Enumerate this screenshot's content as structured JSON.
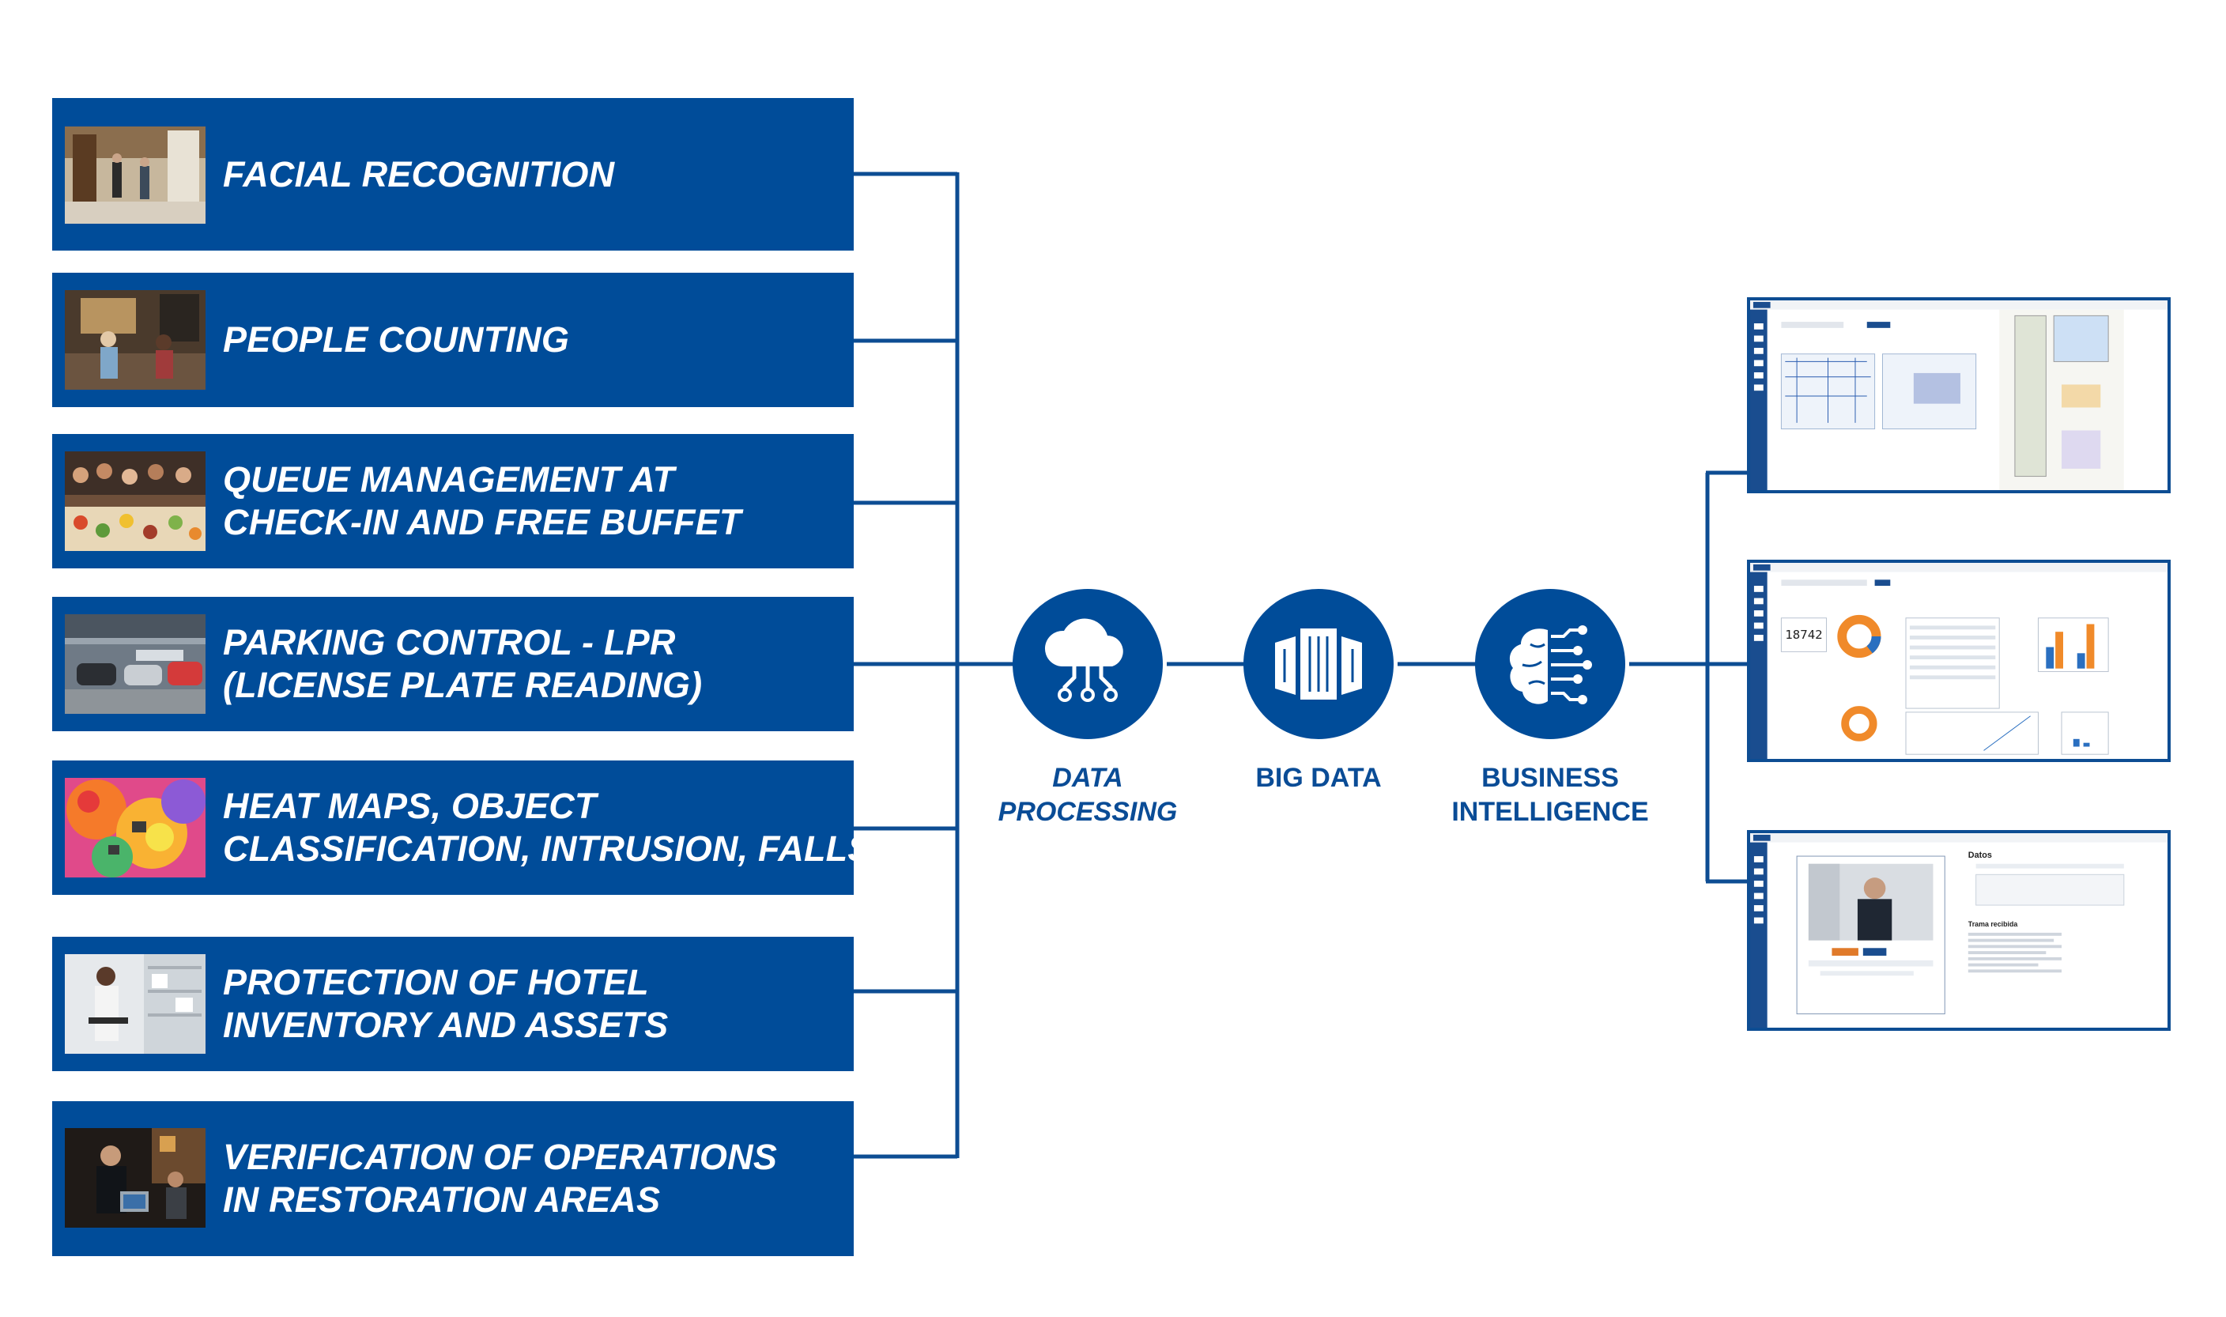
{
  "services": [
    {
      "lines": [
        "FACIAL RECOGNITION"
      ],
      "image": "hotel-lobby-photo"
    },
    {
      "lines": [
        "PEOPLE COUNTING"
      ],
      "image": "reception-desk-photo"
    },
    {
      "lines": [
        "QUEUE MANAGEMENT AT",
        "CHECK-IN AND FREE BUFFET"
      ],
      "image": "buffet-photo"
    },
    {
      "lines": [
        "PARKING CONTROL - LPR",
        "(LICENSE PLATE READING)"
      ],
      "image": "parking-garage-photo"
    },
    {
      "lines": [
        "HEAT MAPS, OBJECT",
        "CLASSIFICATION, INTRUSION, FALLS"
      ],
      "image": "heat-map-photo"
    },
    {
      "lines": [
        "PROTECTION OF HOTEL",
        "INVENTORY AND ASSETS"
      ],
      "image": "inventory-photo"
    },
    {
      "lines": [
        "VERIFICATION OF OPERATIONS",
        "IN RESTORATION AREAS"
      ],
      "image": "restaurant-pos-photo"
    }
  ],
  "pipeline": [
    {
      "lines": [
        "DATA",
        "PROCESSING"
      ],
      "icon": "cloud-network-icon"
    },
    {
      "lines": [
        "BIG DATA"
      ],
      "icon": "server-racks-icon"
    },
    {
      "lines": [
        "BUSINESS",
        "INTELLIGENCE"
      ],
      "icon": "brain-circuit-icon"
    }
  ],
  "dashboards": [
    {
      "name": "floor-plan-dashboard"
    },
    {
      "name": "analytics-dashboard",
      "counter": "18742"
    },
    {
      "name": "transaction-video-dashboard",
      "heading": "Datos",
      "subheading": "Trama recibida"
    }
  ],
  "colors": {
    "primary": "#004c99",
    "line": "#0d4d93",
    "label": "#0a4c96"
  }
}
